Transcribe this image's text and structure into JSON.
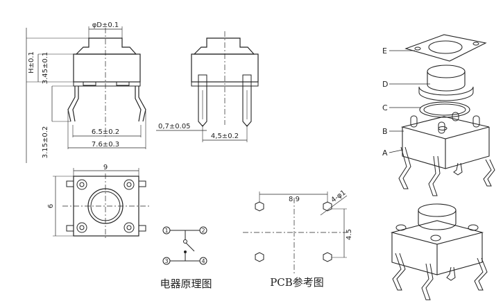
{
  "front_view": {
    "dim_diameter": "φD±0.1",
    "dim_height": "H±0.1",
    "dim_body_height": "3.45±0.1",
    "dim_pin_length": "3.15±0.2",
    "dim_pin_span_inner": "6.5±0.2",
    "dim_pin_span_outer": "7.6±0.3"
  },
  "side_view": {
    "dim_pin_width": "0,7±0.05",
    "dim_pin_pitch": "4,5±0.2"
  },
  "top_view": {
    "dim_width": "9",
    "dim_height": "6"
  },
  "schematic": {
    "caption": "电器原理图",
    "pin_1": "1",
    "pin_2": "2",
    "pin_3": "3",
    "pin_4": "4"
  },
  "pcb": {
    "caption": "PCB参考图",
    "dim_x": "8.9",
    "dim_y": "4.5",
    "dim_holes": "4-φ1"
  },
  "exploded_view": {
    "labels": [
      "E",
      "D",
      "C",
      "B",
      "A"
    ]
  }
}
